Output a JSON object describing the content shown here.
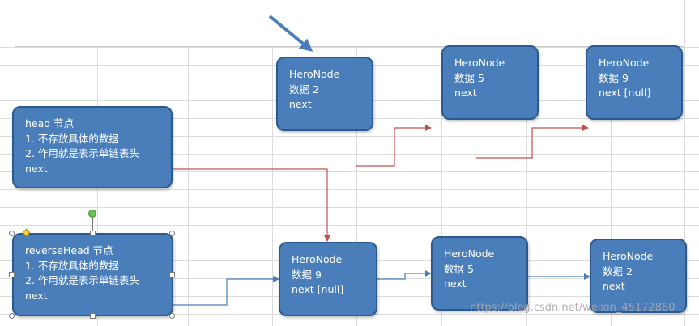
{
  "nodes": {
    "head": {
      "title": "head 节点",
      "line1": "1. 不存放具体的数据",
      "line2": "2. 作用就是表示单链表头",
      "next": "next"
    },
    "reverse_head": {
      "title": "reverseHead 节点",
      "line1": "1. 不存放具体的数据",
      "line2": "2. 作用就是表示单链表头",
      "next": "next"
    },
    "top_row": [
      {
        "title": "HeroNode",
        "data": "数据 2",
        "next": "next"
      },
      {
        "title": "HeroNode",
        "data": "数据 5",
        "next": "next"
      },
      {
        "title": "HeroNode",
        "data": "数据 9",
        "next": "next [null]"
      }
    ],
    "bottom_row": [
      {
        "title": "HeroNode",
        "data": "数据 9",
        "next": "next [null]"
      },
      {
        "title": "HeroNode",
        "data": "数据 5",
        "next": "next"
      },
      {
        "title": "HeroNode",
        "data": "数据 2",
        "next": "next"
      }
    ]
  },
  "colors": {
    "node_fill": "#4a7ebb",
    "node_border": "#2d5a8e",
    "red_connector": "#c0504d",
    "blue_connector": "#4a7ebb",
    "arrow_pointer": "#4a7ebb"
  },
  "watermark": "https://blog.csdn.net/weixin_45172860"
}
